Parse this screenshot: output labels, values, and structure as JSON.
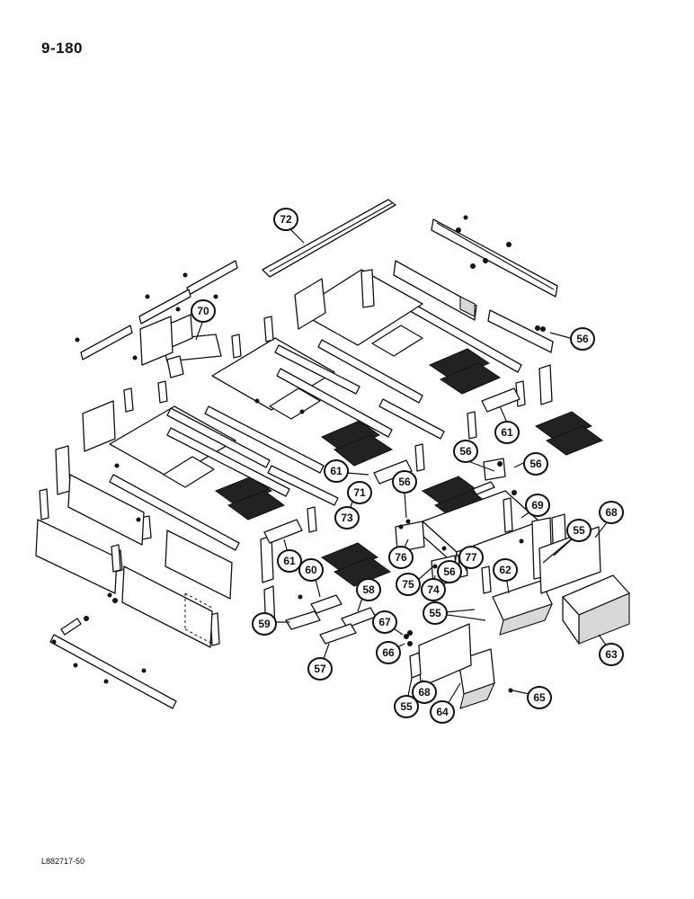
{
  "header": {
    "page_number": "9-180"
  },
  "footer": {
    "figure_code": "L882717-50"
  },
  "callouts": [
    {
      "id": "c72a",
      "label": "72"
    },
    {
      "id": "c70",
      "label": "70"
    },
    {
      "id": "c56a",
      "label": "56"
    },
    {
      "id": "c61a",
      "label": "61"
    },
    {
      "id": "c56b",
      "label": "56"
    },
    {
      "id": "c56c",
      "label": "56"
    },
    {
      "id": "c61b",
      "label": "61"
    },
    {
      "id": "c71",
      "label": "71"
    },
    {
      "id": "c56d",
      "label": "56"
    },
    {
      "id": "c73",
      "label": "73"
    },
    {
      "id": "c69",
      "label": "69"
    },
    {
      "id": "c68a",
      "label": "68"
    },
    {
      "id": "c55a",
      "label": "55"
    },
    {
      "id": "c76",
      "label": "76"
    },
    {
      "id": "c77",
      "label": "77"
    },
    {
      "id": "c75",
      "label": "75"
    },
    {
      "id": "c74",
      "label": "74"
    },
    {
      "id": "c56e",
      "label": "56"
    },
    {
      "id": "c62",
      "label": "62"
    },
    {
      "id": "c61c",
      "label": "61"
    },
    {
      "id": "c60",
      "label": "60"
    },
    {
      "id": "c58",
      "label": "58"
    },
    {
      "id": "c55b",
      "label": "55"
    },
    {
      "id": "c67",
      "label": "67"
    },
    {
      "id": "c66",
      "label": "66"
    },
    {
      "id": "c59",
      "label": "59"
    },
    {
      "id": "c57",
      "label": "57"
    },
    {
      "id": "c68b",
      "label": "68"
    },
    {
      "id": "c63",
      "label": "63"
    },
    {
      "id": "c55c",
      "label": "55"
    },
    {
      "id": "c64",
      "label": "64"
    },
    {
      "id": "c65",
      "label": "65"
    }
  ]
}
